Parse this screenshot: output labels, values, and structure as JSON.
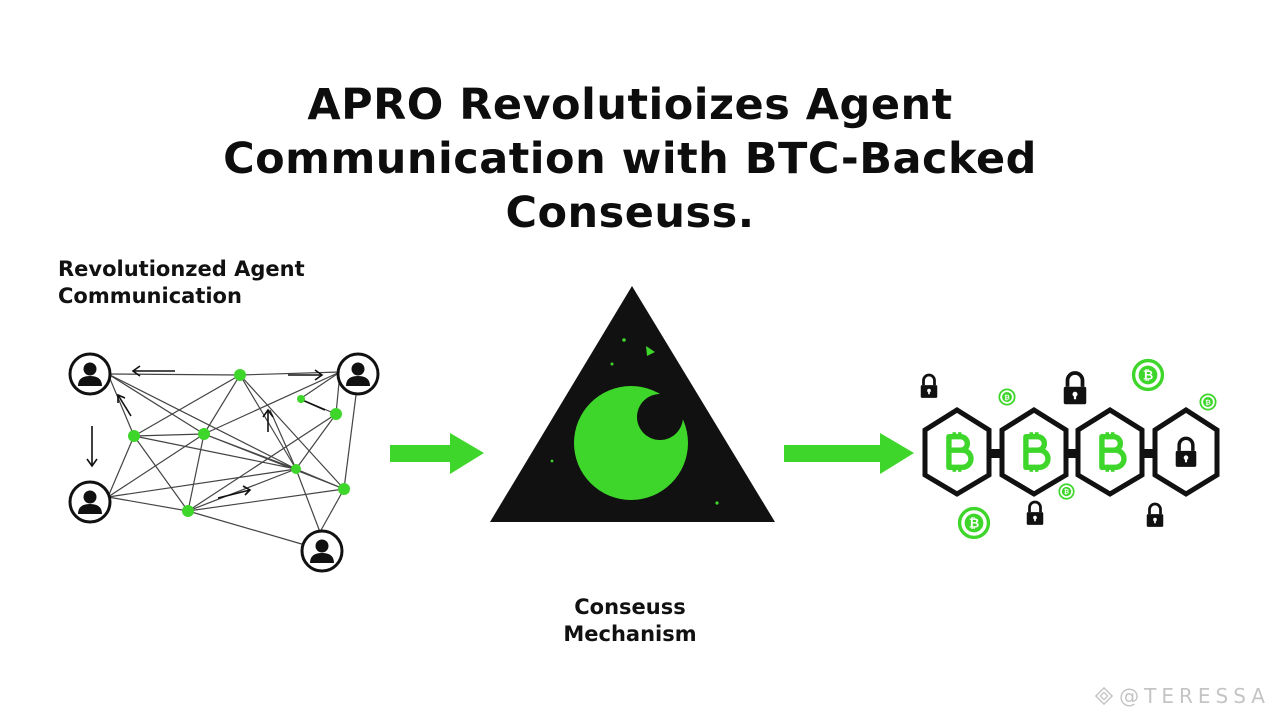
{
  "title": {
    "line1": "APRO Revolutioizes Agent",
    "line2": "Communication with BTC-Backed",
    "line3": "Conseuss."
  },
  "left_section": {
    "label_line1": "Revolutionzed Agent",
    "label_line2": "Communication"
  },
  "center_section": {
    "label_line1": "Conseuss",
    "label_line2": "Mechanism"
  },
  "watermark": {
    "text": "@TERESSA"
  },
  "colors": {
    "accent_green": "#3ed62a",
    "ink": "#111111",
    "background": "#ffffff",
    "watermark": "#c4c4c4"
  },
  "icons": {
    "agent": "user-icon",
    "node": "network-node-icon",
    "arrow": "right-arrow-icon",
    "consensus": "triangle-eye-icon",
    "block": "bitcoin-hexagon-icon",
    "lock": "padlock-icon",
    "coin": "bitcoin-coin-icon"
  }
}
